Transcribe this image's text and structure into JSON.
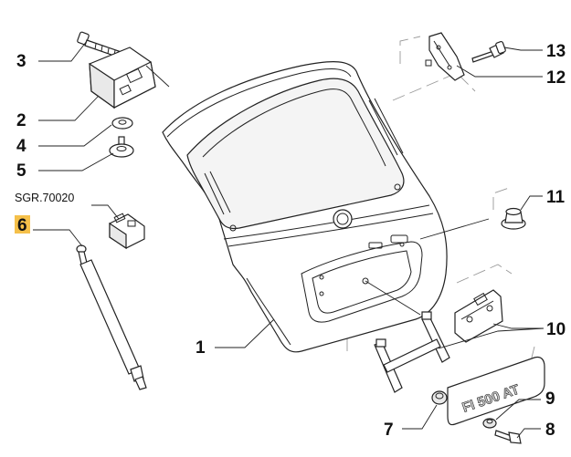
{
  "colors": {
    "line": "#222222",
    "highlight": "#f5c04a",
    "background": "#ffffff"
  },
  "labels": [
    {
      "id": "1",
      "text": "1"
    },
    {
      "id": "2",
      "text": "2"
    },
    {
      "id": "3",
      "text": "3"
    },
    {
      "id": "4",
      "text": "4"
    },
    {
      "id": "5",
      "text": "5"
    },
    {
      "id": "6",
      "text": "6",
      "highlighted": true
    },
    {
      "id": "7",
      "text": "7"
    },
    {
      "id": "8",
      "text": "8"
    },
    {
      "id": "9",
      "text": "9"
    },
    {
      "id": "10",
      "text": "10"
    },
    {
      "id": "11",
      "text": "11"
    },
    {
      "id": "12",
      "text": "12"
    },
    {
      "id": "13",
      "text": "13"
    }
  ],
  "reference_code": "SGR.70020",
  "badge_text": "FI 500 AT"
}
